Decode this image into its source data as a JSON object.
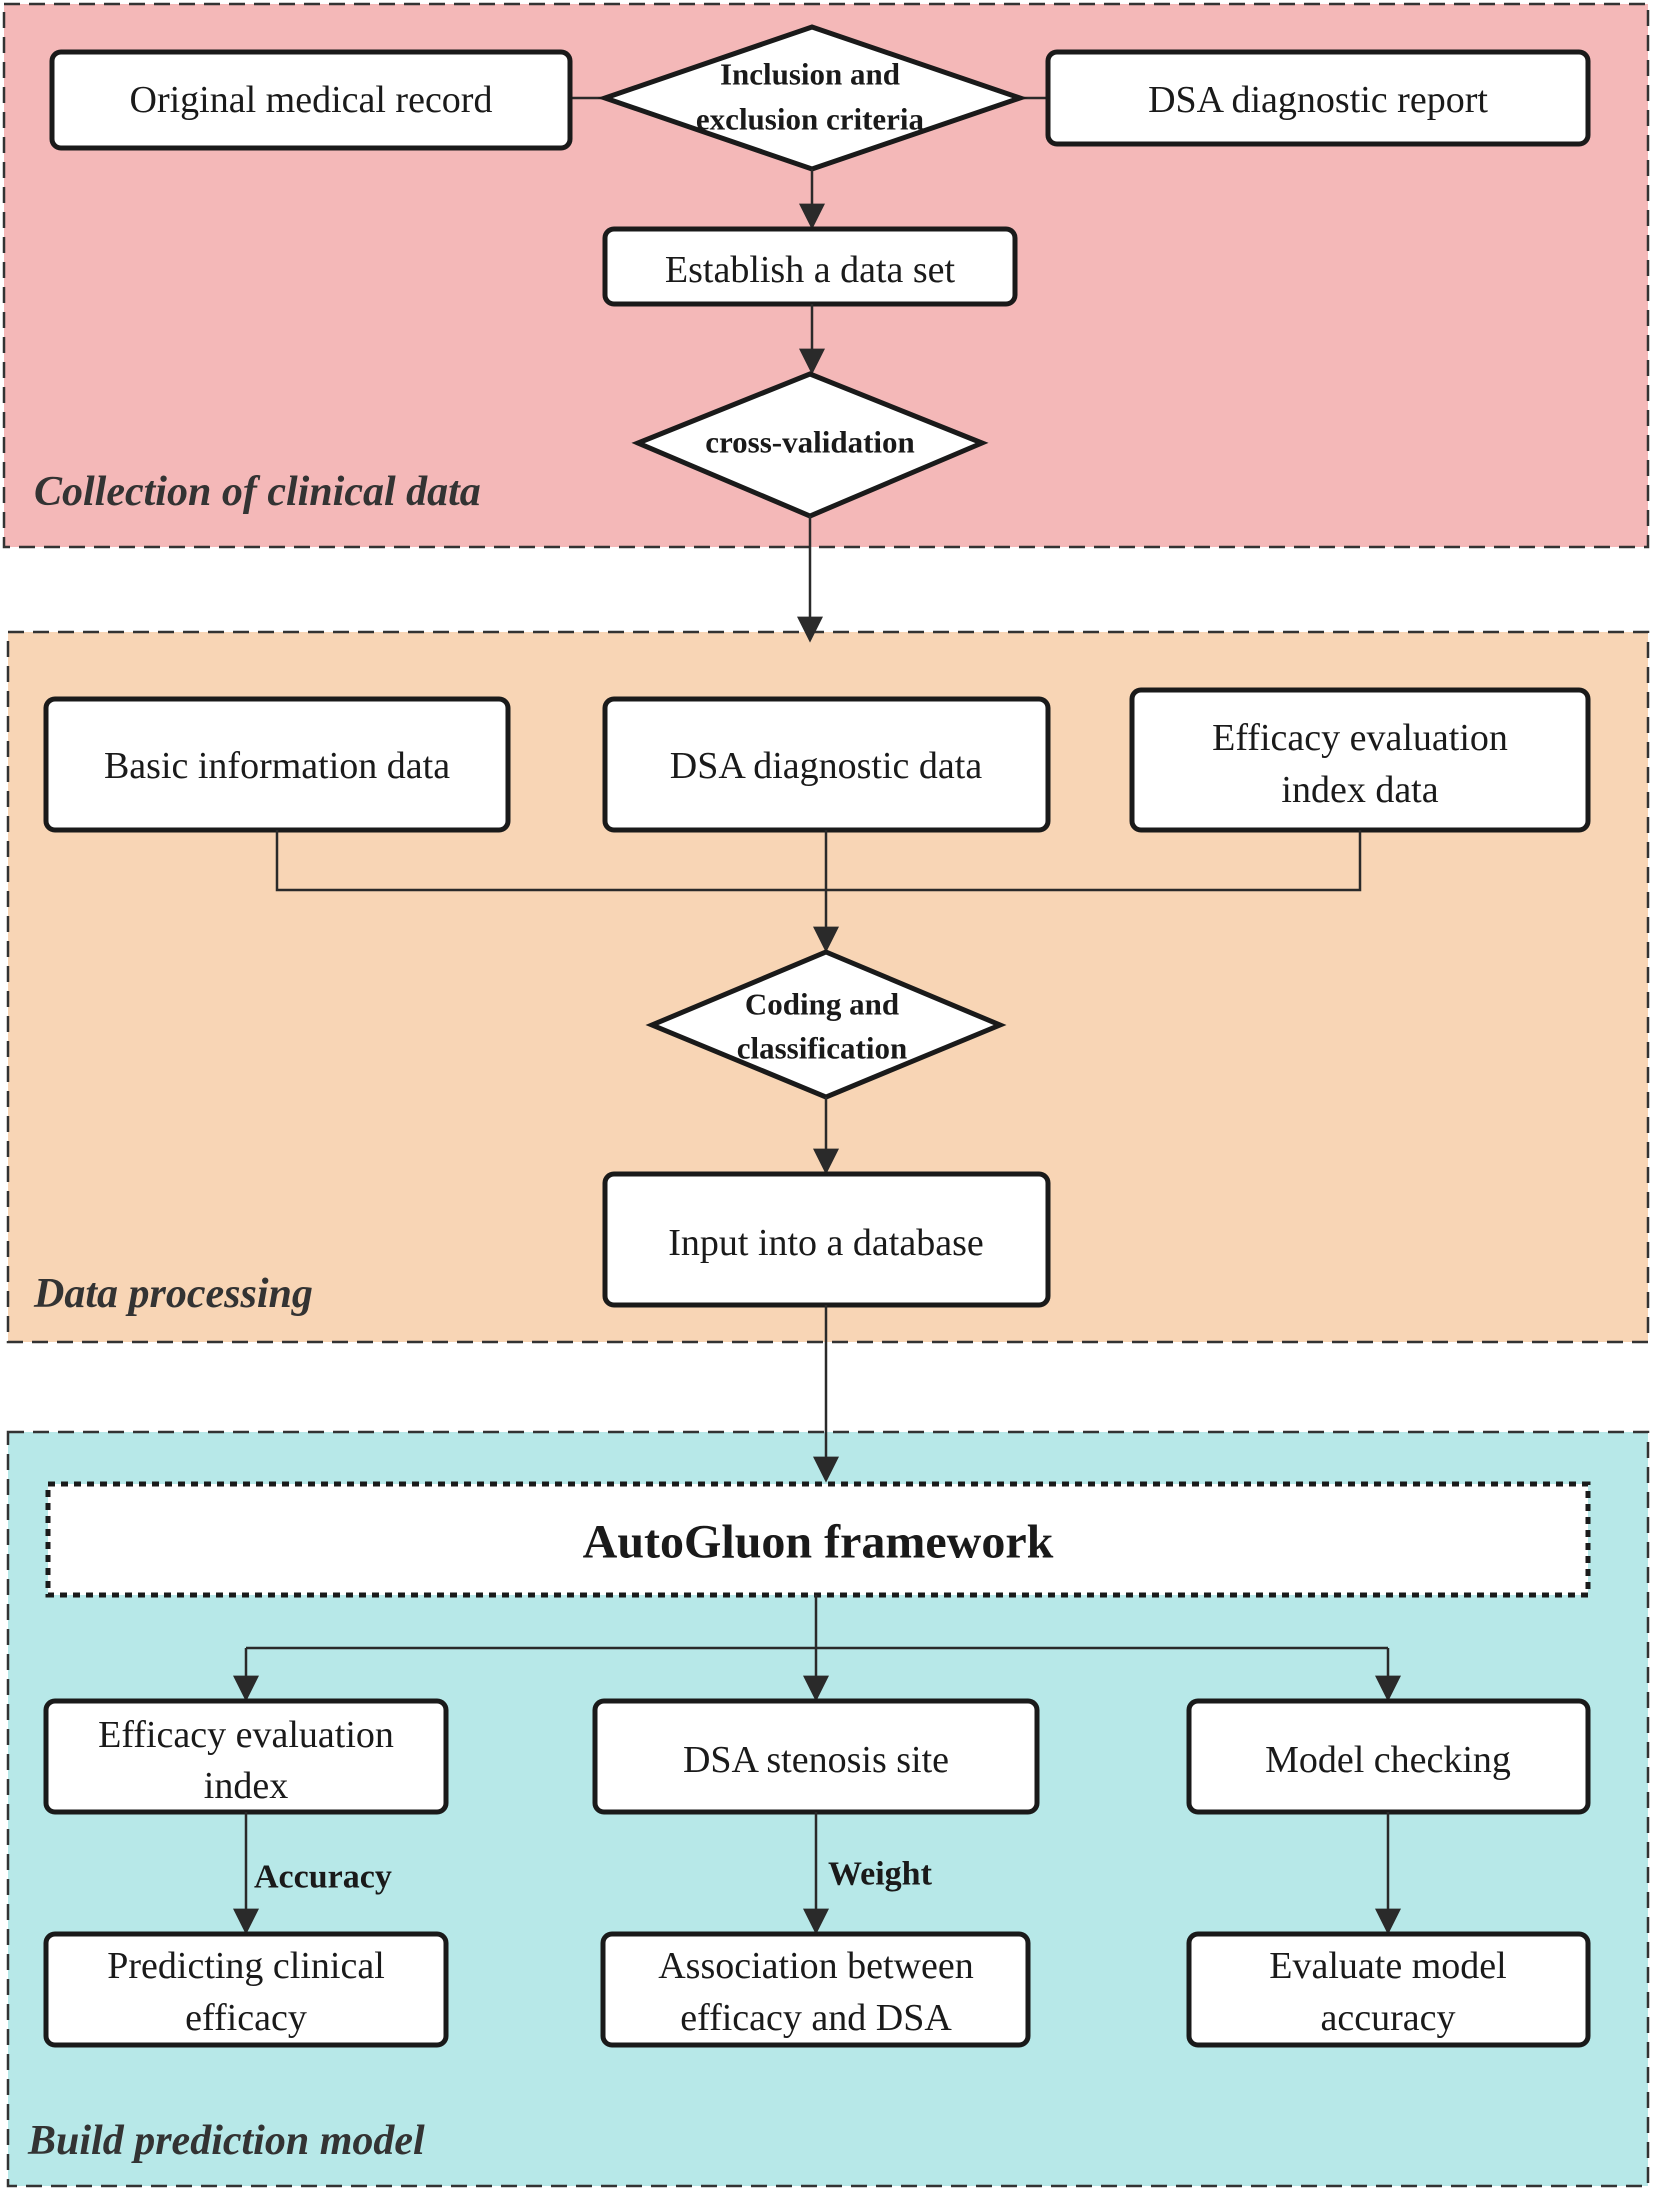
{
  "colors": {
    "section_collection": "#f4b8b8",
    "section_processing": "#f8d5b5",
    "section_model": "#b7e8e8"
  },
  "sections": {
    "collection": "Collection of clinical data",
    "processing": "Data processing",
    "model": "Build prediction model"
  },
  "collection": {
    "original_record": "Original medical record",
    "criteria_line1": "Inclusion and",
    "criteria_line2": "exclusion criteria",
    "dsa_report": "DSA diagnostic report",
    "dataset": "Establish a data set",
    "cross_validation": "cross-validation"
  },
  "processing": {
    "basic_info": "Basic information data",
    "dsa_data": "DSA diagnostic data",
    "efficacy_line1": "Efficacy evaluation",
    "efficacy_line2": "index data",
    "coding_line1": "Coding and",
    "coding_line2": "classification",
    "database": "Input into a database"
  },
  "model": {
    "framework": "AutoGluon framework",
    "efficacy_index_line1": "Efficacy evaluation",
    "efficacy_index_line2": "index",
    "stenosis": "DSA stenosis site",
    "checking": "Model checking",
    "accuracy_label": "Accuracy",
    "weight_label": "Weight",
    "predicting_line1": "Predicting clinical",
    "predicting_line2": "efficacy",
    "association_line1": "Association between",
    "association_line2": "efficacy and DSA",
    "evaluate_line1": "Evaluate model",
    "evaluate_line2": "accuracy"
  }
}
